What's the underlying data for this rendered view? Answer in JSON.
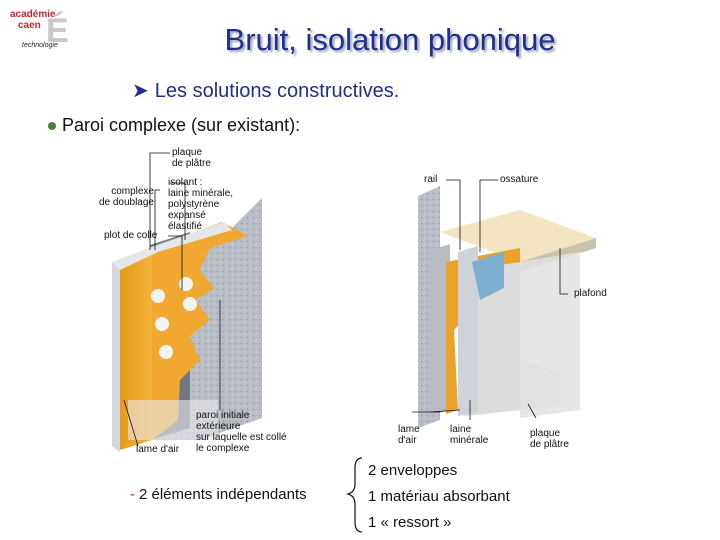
{
  "logo": {
    "line1": "académie",
    "line2": "caen",
    "line3": "technologie",
    "letter": "É"
  },
  "title": "Bruit, isolation phonique",
  "subtitle": "Les solutions constructives.",
  "bullet": "Paroi complexe (sur existant):",
  "left_labels": {
    "plaque": "plaque\nde plâtre",
    "isolant": "isolant :\nlaine minérale,\npolystyrène\nexpansé\nélastifié",
    "complexe": "complexe\nde doublage",
    "plot": "plot de colle",
    "paroi": "paroi initiale\nextérieure\nsur laquelle est collé\nle complexe",
    "lame": "lame d'air"
  },
  "right_labels": {
    "rail": "rail",
    "ossature": "ossature",
    "plafond": "plafond",
    "lame": "lame\nd'air",
    "laine": "laine\nminérale",
    "plaque": "plaque\nde plâtre"
  },
  "conclusion": {
    "dash": "-",
    "text": "2 éléments indépendants",
    "items": [
      "2 enveloppes",
      "1 matériau absorbant",
      "1 « ressort »"
    ]
  }
}
